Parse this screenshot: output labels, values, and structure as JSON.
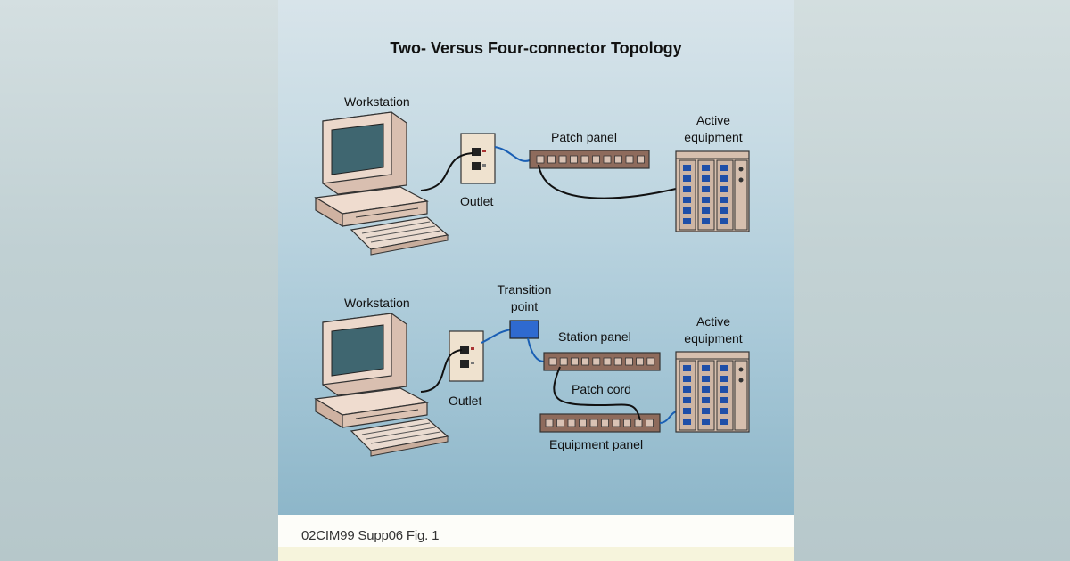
{
  "title": "Two- Versus Four-connector Topology",
  "caption": "02CIM99 Supp06 Fig. 1",
  "top": {
    "workstation": "Workstation",
    "outlet": "Outlet",
    "patch_panel": "Patch panel",
    "active_equipment_line1": "Active",
    "active_equipment_line2": "equipment"
  },
  "bottom": {
    "workstation": "Workstation",
    "outlet": "Outlet",
    "transition_point_line1": "Transition",
    "transition_point_line2": "point",
    "station_panel": "Station panel",
    "patch_cord": "Patch cord",
    "equipment_panel": "Equipment panel",
    "active_equipment_line1": "Active",
    "active_equipment_line2": "equipment"
  },
  "colors": {
    "cable_blue": "#1a5fb4",
    "cable_black": "#111111",
    "port_blue": "#1f4fa8",
    "computer_beige": "#e9d3c4"
  }
}
